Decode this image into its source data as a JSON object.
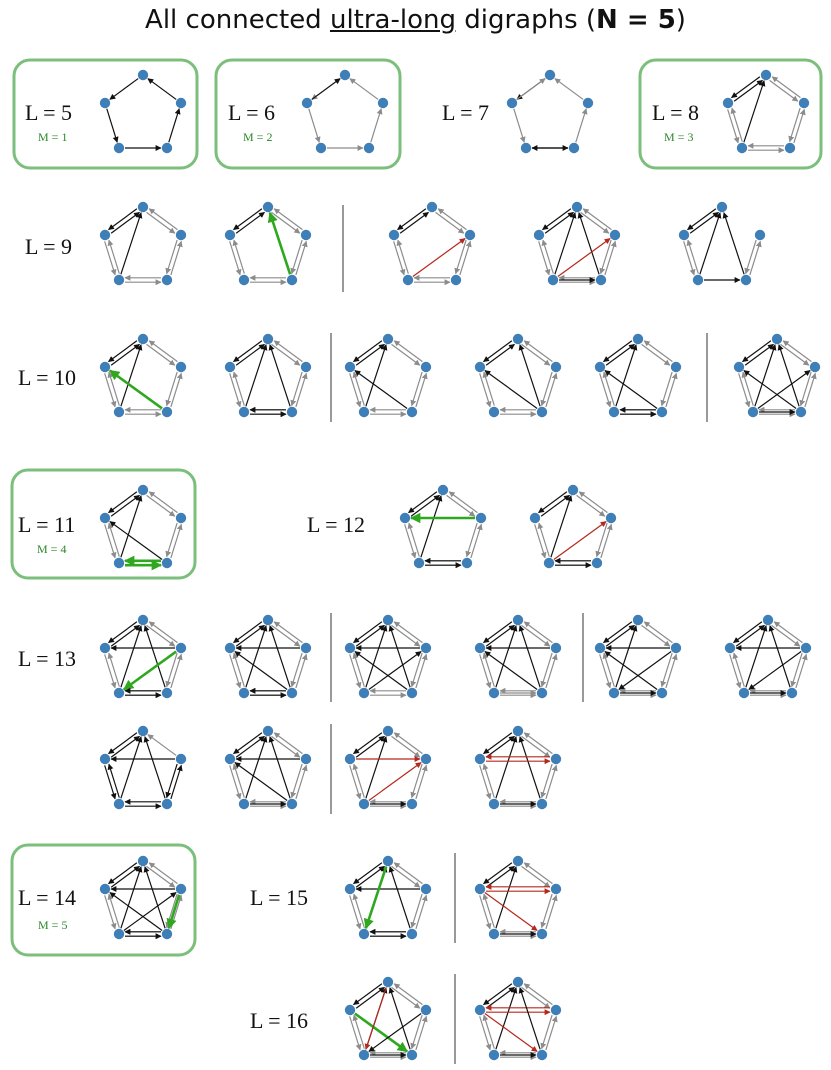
{
  "title": {
    "prefix": "All connected ",
    "underlined": "ultra-long",
    "middle": " digraphs (",
    "bold": "N = 5",
    "suffix": ")"
  },
  "colors": {
    "node": "#3f7fb8",
    "black_edge": "#111111",
    "gray_edge": "#8c8c8c",
    "green_edge": "#2fa81f",
    "red_edge": "#b5281c",
    "highlight_box": "#7cbf7c",
    "divider": "#999999",
    "m_label": "#2a8a2a"
  },
  "rows": [
    {
      "label": "L = 5",
      "m": "M = 1",
      "boxed": true,
      "graphs": 1
    },
    {
      "label": "L = 6",
      "m": "M = 2",
      "boxed": true,
      "graphs": 1
    },
    {
      "label": "L = 7",
      "m": "",
      "boxed": false,
      "graphs": 1
    },
    {
      "label": "L = 8",
      "m": "M = 3",
      "boxed": true,
      "graphs": 1
    },
    {
      "label": "L = 9",
      "m": "",
      "boxed": false,
      "graphs": 5
    },
    {
      "label": "L = 10",
      "m": "",
      "boxed": false,
      "graphs": 6
    },
    {
      "label": "L = 11",
      "m": "M = 4",
      "boxed": true,
      "graphs": 1
    },
    {
      "label": "L = 12",
      "m": "",
      "boxed": false,
      "graphs": 2
    },
    {
      "label": "L = 13",
      "m": "",
      "boxed": false,
      "graphs": 10
    },
    {
      "label": "L = 14",
      "m": "M = 5",
      "boxed": true,
      "graphs": 1
    },
    {
      "label": "L = 15",
      "m": "",
      "boxed": false,
      "graphs": 2
    },
    {
      "label": "L = 16",
      "m": "",
      "boxed": false,
      "graphs": 2
    }
  ]
}
